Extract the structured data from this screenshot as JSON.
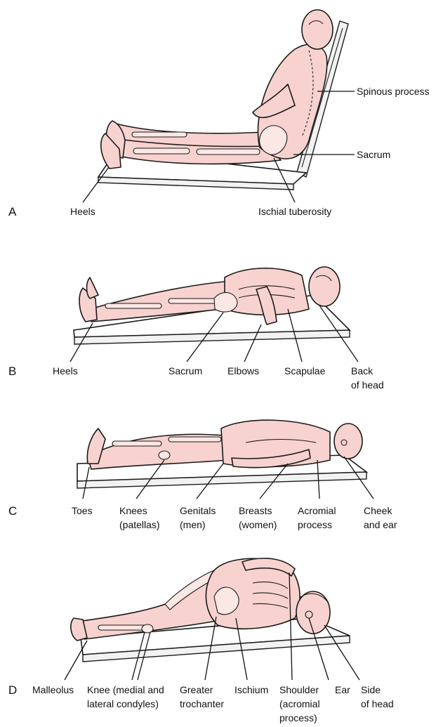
{
  "panels": [
    {
      "letter": "A",
      "labels": {
        "spinous": "Spinous process",
        "sacrum": "Sacrum",
        "heels": "Heels",
        "ischial": "Ischial tuberosity"
      }
    },
    {
      "letter": "B",
      "labels": {
        "heels": "Heels",
        "sacrum": "Sacrum",
        "elbows": "Elbows",
        "scapulae": "Scapulae",
        "back_head_1": "Back",
        "back_head_2": "of head"
      }
    },
    {
      "letter": "C",
      "labels": {
        "toes": "Toes",
        "knees_1": "Knees",
        "knees_2": "(patellas)",
        "genitals_1": "Genitals",
        "genitals_2": "(men)",
        "breasts_1": "Breasts",
        "breasts_2": "(women)",
        "acromial_1": "Acromial",
        "acromial_2": "process",
        "cheek_1": "Cheek",
        "cheek_2": "and ear"
      }
    },
    {
      "letter": "D",
      "labels": {
        "malleolus": "Malleolus",
        "knee_1": "Knee (medial and",
        "knee_2": "lateral condyles)",
        "trochanter_1": "Greater",
        "trochanter_2": "trochanter",
        "ischium": "Ischium",
        "shoulder_1": "Shoulder",
        "shoulder_2": "(acromial",
        "shoulder_3": "process)",
        "ear": "Ear",
        "side_head_1": "Side",
        "side_head_2": "of head"
      }
    }
  ]
}
